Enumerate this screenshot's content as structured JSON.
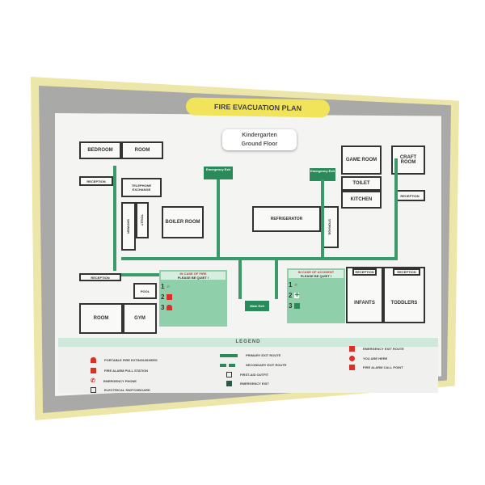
{
  "title": "FIRE EVACUATION PLAN",
  "subtitle": {
    "line1": "Kindergarten",
    "line2": "Ground Floor"
  },
  "rooms": {
    "bedroom": "BEDROOM",
    "room1": "ROOM",
    "reception1": "RECEPTION",
    "telephone": "TELEPHONE EXCHANGE",
    "shower": "SHOWER",
    "toilet1": "TOILET",
    "boiler": "BOILER ROOM",
    "refrigerator": "REFRIGERATOR",
    "storage": "STORAGE",
    "game": "GAME ROOM",
    "craft": "CRAFT ROOM",
    "toilet2": "TOILET",
    "kitchen": "KITCHEN",
    "reception2": "RECEPTION",
    "reception3": "RECEPTION",
    "reception4": "RECEPTION",
    "infants": "INFANTS",
    "toddlers": "TODDLERS",
    "room2": "ROOM",
    "gym": "GYM",
    "pool": "POOL"
  },
  "exits": {
    "emergency_left": "Emergency Exit",
    "emergency_right": "Emergency Exit",
    "main": "Main Exit"
  },
  "fire_panel": {
    "heading": "IN CASE OF FIRE",
    "subheading": "PLEASE BE QUIET !",
    "steps": [
      "1",
      "2",
      "3"
    ]
  },
  "accident_panel": {
    "heading": "IN CASE OF ACCIDENT",
    "subheading": "PLEASE BE QUIET !",
    "steps": [
      "1",
      "2",
      "3"
    ]
  },
  "legend": {
    "title": "LEGEND",
    "items": [
      "PORTABLE FIRE EXTINGUISHERS",
      "FIRE ALARM PULL STATION",
      "EMERGENCY PHONE",
      "ELECTRICAL SWITCHBOARD",
      "PRIMARY EXIT ROUTE",
      "SECONDARY EXIT ROUTE",
      "FIRST-AID OUTFIT",
      "EMERGENCY EXIT",
      "EMERGENCY EXIT ROUTE",
      "YOU ARE HERE",
      "FIRE ALARM CALL POINT"
    ]
  },
  "colors": {
    "frame": "#ece6a8",
    "title_bg": "#f1e35a",
    "exit_green": "#2a8a5a",
    "panel_green": "#8fcfa9",
    "alarm_red": "#d9302a"
  }
}
